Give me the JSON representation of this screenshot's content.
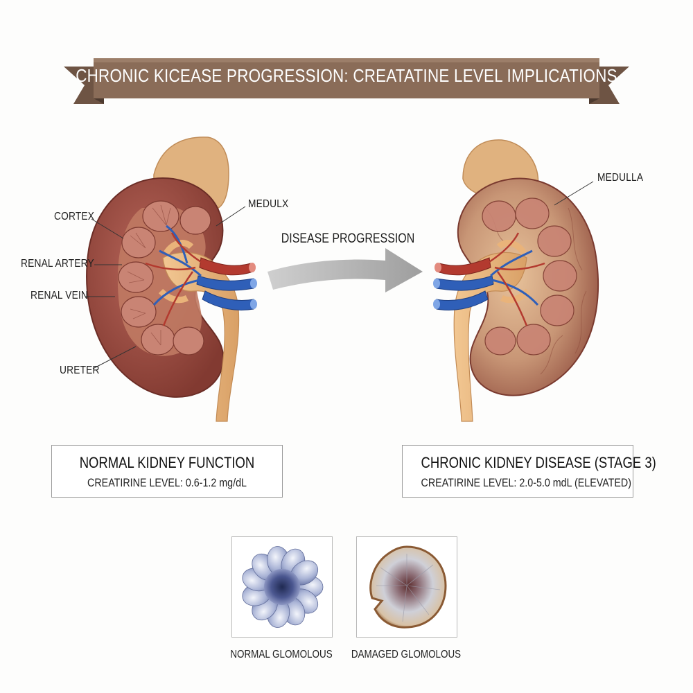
{
  "title": "CHRONIC KICEASE PROGRESSION:  CREATATINE LEVEL IMPLICATIONS",
  "left_kidney": {
    "labels": {
      "cortex": "CORTEX",
      "medulla": "MEDULX",
      "renal_artery": "RENAL ARTERY",
      "renal_vein": "RENAL VEIN",
      "ureter": "URETER"
    },
    "status_title": "NORMAL KIDNEY FUNCTION",
    "status_detail": "CREATIRINE LEVEL: 0.6-1.2 mg/dL"
  },
  "right_kidney": {
    "labels": {
      "medulla": "MEDULLA"
    },
    "status_title": "CHRONIC KIDNEY DISEASE (STAGE 3)",
    "status_detail": "CREATIRINE LEVEL: 2.0-5.0 mdL (ELEVATED)"
  },
  "progression_label": "DISEASE PROGRESSION",
  "glomeruli": {
    "normal": "NORMAL GLOMOLOUS",
    "damaged": "DAMAGED GLOMOLOUS"
  },
  "colors": {
    "banner": "#8a6c58",
    "kidney_healthy": "#9a4a3f",
    "kidney_damaged": "#b98a72",
    "artery": "#b33a2f",
    "vein": "#2f5fb8",
    "ureter": "#e9b37a",
    "adrenal": "#e0b27f",
    "arrow": "#a9a9a9"
  }
}
